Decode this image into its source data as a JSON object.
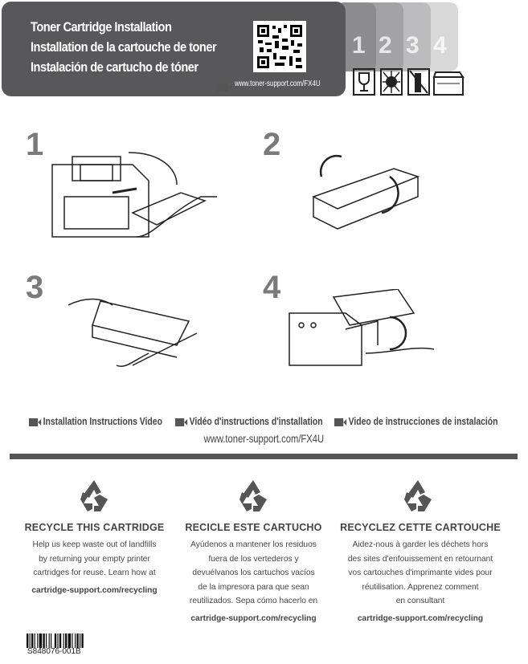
{
  "header": {
    "titles": [
      "Toner Cartridge Installation",
      "Installation de la cartouche de toner",
      "Instalación de cartucho de tóner"
    ],
    "url": "www.toner-support.com/FX4U",
    "tabs": [
      "1",
      "2",
      "3",
      "4"
    ],
    "colors": {
      "panel": "#58585a",
      "tabs": [
        "#8c8c8e",
        "#a3a3a5",
        "#bcbcbe",
        "#d8d8d9"
      ]
    }
  },
  "steps": [
    "1",
    "2",
    "3",
    "4"
  ],
  "video": {
    "labels": [
      "Installation Instructions Video",
      "Vidéo d'instructions d'installation",
      "Video de instrucciones de instalación"
    ],
    "url": "www.toner-support.com/FX4U"
  },
  "recycle": [
    {
      "title": "RECYCLE THIS CARTRIDGE",
      "lines": [
        "Help us keep waste out of landfills",
        "by returning your empty printer",
        "cartridges for reuse. Learn how at"
      ],
      "link": "cartridge-support.com/recycling"
    },
    {
      "title": "RECICLE ESTE CARTUCHO",
      "lines": [
        "Ayúdenos a mantener los residuos",
        "fuera de los vertederos y",
        "devuélvanos los cartuchos vacíos",
        "de la impresora para que sean",
        "reutilizados. Sepa cómo hacerlo en"
      ],
      "link": "cartridge-support.com/recycling"
    },
    {
      "title": "RECYCLEZ CETTE CARTOUCHE",
      "lines": [
        "Aidez-nous à garder les déchets hors",
        "des sites d'enfouissement en retournant",
        "vos cartouches d'imprimante vides pour",
        "réutilisation. Apprenez comment",
        "en consultant"
      ],
      "link": "cartridge-support.com/recycling"
    }
  ],
  "barcode": {
    "code": "S848076-001B"
  }
}
